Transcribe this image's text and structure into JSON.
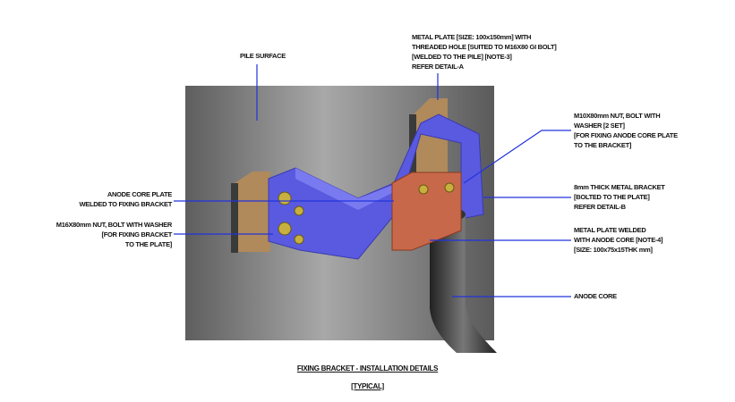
{
  "labels": {
    "pile_surface": "PILE SURFACE",
    "metal_plate_top": [
      "METAL PLATE [SIZE: 100x150mm] WITH",
      "THREADED HOLE [SUITED TO M16X80 GI BOLT]",
      "[WELDED TO THE PILE] [NOTE-3]",
      "REFER DETAIL-A"
    ],
    "nut_bolt_right": [
      "M10X80mm NUT, BOLT WITH",
      "WASHER [2 SET]",
      "[FOR FIXING ANODE CORE PLATE",
      "TO THE BRACKET]"
    ],
    "bracket": [
      "8mm THICK METAL BRACKET",
      "[BOLTED  TO THE PLATE]",
      "REFER DETAIL-B"
    ],
    "plate_welded": [
      "METAL PLATE WELDED",
      "WITH ANODE CORE [NOTE-4]",
      "[SIZE: 100x75x15THK mm]"
    ],
    "anode_core": "ANODE CORE",
    "anode_core_plate": [
      "ANODE CORE PLATE",
      "WELDED TO FIXING BRACKET"
    ],
    "nut_bolt_left": [
      "M16X80mm NUT, BOLT WITH WASHER",
      "[FOR FIXING BRACKET",
      "TO THE PLATE]"
    ]
  },
  "title": {
    "main": "FIXING BRACKET - INSTALLATION DETAILS",
    "sub": "[TYPICAL]"
  },
  "colors": {
    "leader": "#2233dd",
    "bracket": "#5a5ae0",
    "plate": "#b08a5a",
    "anode_plate": "#c8684a",
    "pile": "#7a7a7a"
  }
}
